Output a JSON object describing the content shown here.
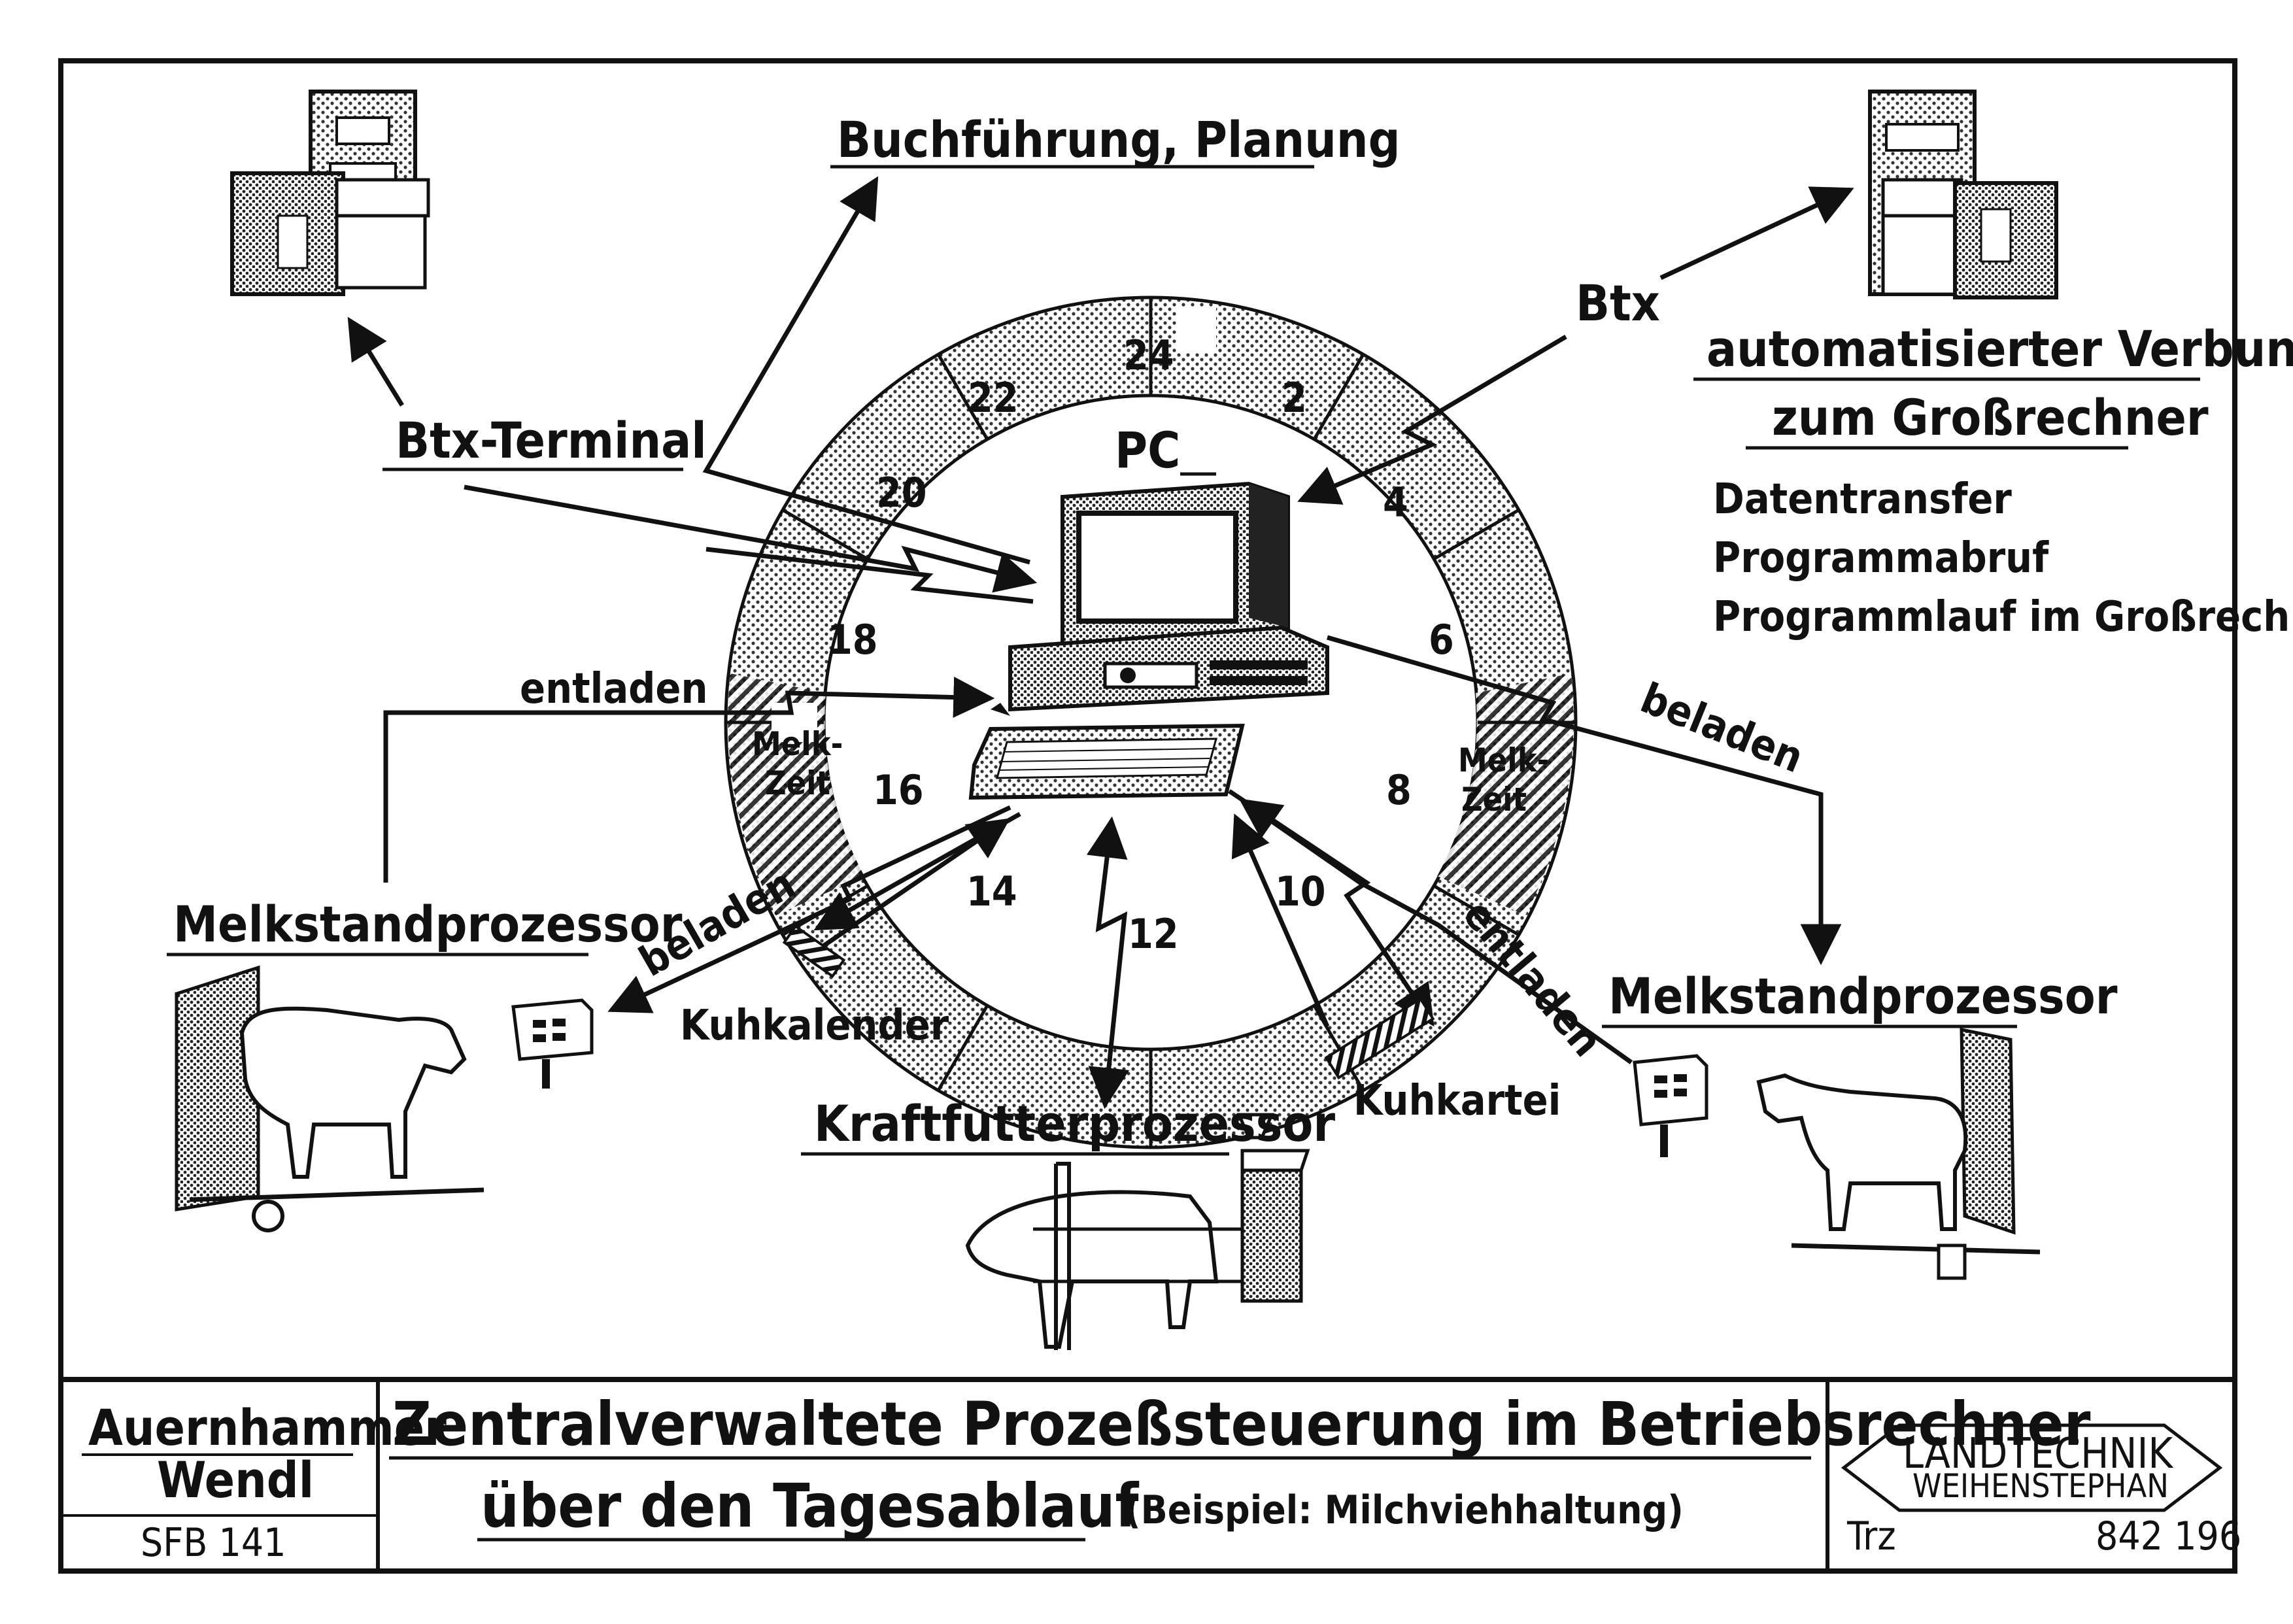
{
  "labels": {
    "buchfuehrung": "Buchführung, Planung",
    "btx": "Btx",
    "verbund_line1": "automatisierter Verbund",
    "verbund_line2": "zum Großrechner",
    "datentransfer": "Datentransfer",
    "programmabruf": "Programmabruf",
    "programmlauf": "Programmlauf im Großrechner",
    "btx_terminal": "Btx-Terminal",
    "pc": "PC",
    "entladen_left": "entladen",
    "beladen_right": "beladen",
    "melkzeit_left_1": "Melk-",
    "melkzeit_left_2": "Zeit",
    "melkzeit_right_1": "Melk-",
    "melkzeit_right_2": "Zeit",
    "melkstand_left": "Melkstandprozessor",
    "melkstand_right": "Melkstandprozessor",
    "beladen_left": "beladen",
    "entladen_right": "entladen",
    "kuhkalender": "Kuhkalender",
    "kuhkartei": "Kuhkartei",
    "kraftfutter": "Kraftfutterprozessor"
  },
  "clock_hours": [
    "24",
    "2",
    "4",
    "6",
    "8",
    "10",
    "12",
    "14",
    "16",
    "18",
    "20",
    "22"
  ],
  "footer": {
    "authors_line1": "Auernhammer",
    "authors_line2": "Wendl",
    "project": "SFB 141",
    "title_line1": "Zentralverwaltete Prozeßsteuerung im Betriebsrechner",
    "title_line2": "über den Tagesablauf",
    "title_note": "(Beispiel: Milchviehhaltung)",
    "logo_line1": "LANDTECHNIK",
    "logo_line2": "WEIHENSTEPHAN",
    "code_left": "Trz",
    "code_right": "842 196"
  }
}
